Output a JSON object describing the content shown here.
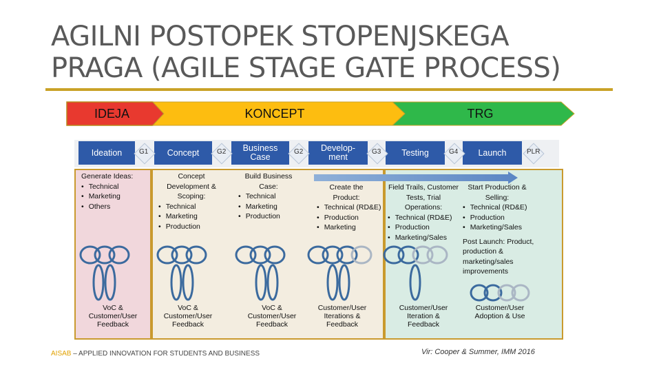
{
  "title": {
    "line1": "AGILNI POSTOPEK STOPENJSKEGA",
    "line2": "PRAGA (AGILE STAGE GATE PROCESS)"
  },
  "phases": [
    {
      "label": "IDEJA",
      "color": "#e8392f"
    },
    {
      "label": "KONCEPT",
      "color": "#fdbd10"
    },
    {
      "label": "TRG",
      "color": "#2fb84a"
    }
  ],
  "stages": [
    {
      "label": "Ideation"
    },
    {
      "label": "Concept"
    },
    {
      "label": "Business Case"
    },
    {
      "label": "Develop-ment"
    },
    {
      "label": "Testing"
    },
    {
      "label": "Launch"
    }
  ],
  "gates": [
    "G1",
    "G2",
    "G2",
    "G3",
    "G4",
    "PLR"
  ],
  "columns": {
    "ideation": {
      "heading": "Generate Ideas:",
      "items": [
        "Technical",
        "Marketing",
        "Others"
      ]
    },
    "concept": {
      "heading": "Concept Development & Scoping:",
      "items": [
        "Technical",
        "Marketing",
        "Production"
      ]
    },
    "business": {
      "heading": "Build Business Case:",
      "items": [
        "Technical",
        "Marketing",
        "Production"
      ]
    },
    "development": {
      "heading": "Create the Product:",
      "items": [
        "Technical (RD&E)",
        "Production",
        "Marketing"
      ]
    },
    "testing": {
      "heading": "Field Trails, Customer Tests, Trial Operations:",
      "items": [
        "Technical (RD&E)",
        "Production",
        "Marketing/Sales"
      ]
    },
    "launch": {
      "heading": "Start Production & Selling:",
      "items": [
        "Technical (RD&E)",
        "Production",
        "Marketing/Sales"
      ],
      "post": "Post Launch: Product, production & marketing/sales improvements"
    }
  },
  "feedback": [
    "VoC & Customer/User Feedback",
    "VoC & Customer/User Feedback",
    "VoC & Customer/User Feedback",
    "Customer/User Iterations & Feedback",
    "Customer/User Iteration & Feedback",
    "Customer/User Adoption & Use"
  ],
  "footer": {
    "brand": "AISAB",
    "tagline": " – APPLIED INNOVATION FOR STUDENTS AND BUSINESS",
    "source": "Vir: Cooper & Summer, IMM 2016"
  },
  "colors": {
    "accent_rule": "#c9a227",
    "stage_blue": "#2e5aa8",
    "ideation_bg": "#f1d7dc",
    "concept_bg": "#f3ede0",
    "market_bg": "#d9ece4",
    "frame_gold": "#c99a2e"
  }
}
